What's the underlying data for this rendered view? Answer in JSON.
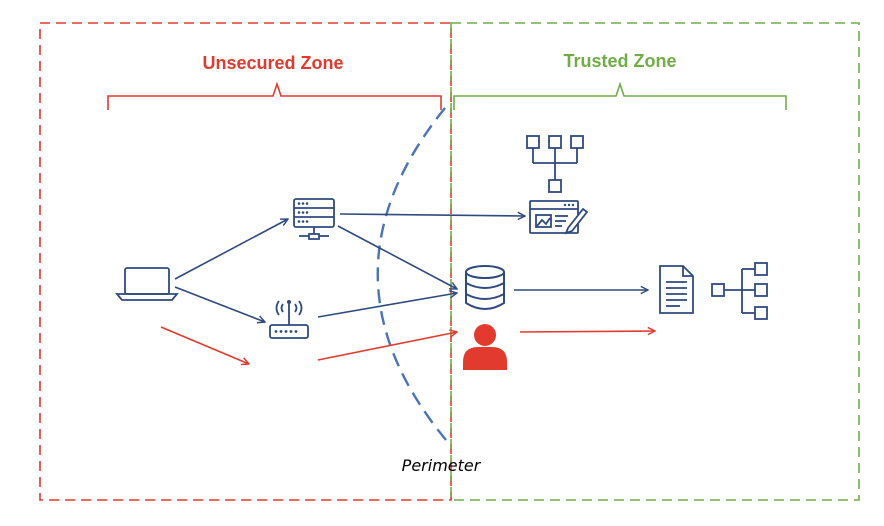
{
  "zones": {
    "unsecured": {
      "label": "Unsecured Zone",
      "color": "#e23a2e"
    },
    "trusted": {
      "label": "Trusted Zone",
      "color": "#70ad47"
    }
  },
  "perimeter": {
    "label": "Perimeter",
    "color": "#4a74b8"
  },
  "colors": {
    "navy": "#2f4a7f",
    "red": "#e23a2e",
    "green": "#70ad47"
  },
  "icons": {
    "laptop": "laptop-icon",
    "server": "server-icon",
    "router": "wifi-router-icon",
    "database": "database-icon",
    "user": "user-icon",
    "hierarchy": "hierarchy-icon",
    "web_editor": "web-editor-icon",
    "document": "document-icon",
    "tree": "tree-structure-icon"
  }
}
